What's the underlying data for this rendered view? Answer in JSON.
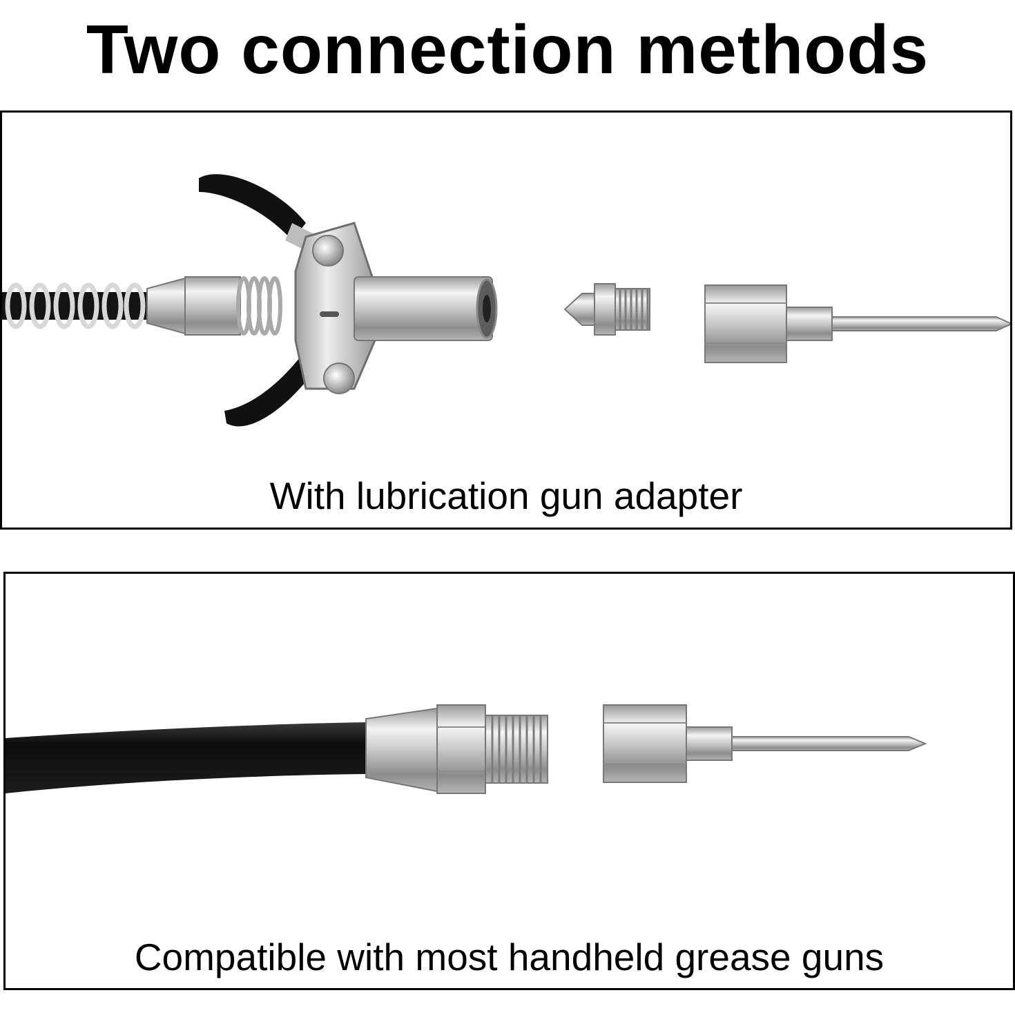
{
  "title": "Two connection methods",
  "panels": [
    {
      "caption": "With lubrication gun adapter",
      "items": [
        "grease-gun-coupler",
        "grease-fitting",
        "needle-nozzle"
      ]
    },
    {
      "caption": "Compatible with most handheld grease guns",
      "items": [
        "grease-hose",
        "hose-fitting",
        "needle-nozzle"
      ]
    }
  ]
}
